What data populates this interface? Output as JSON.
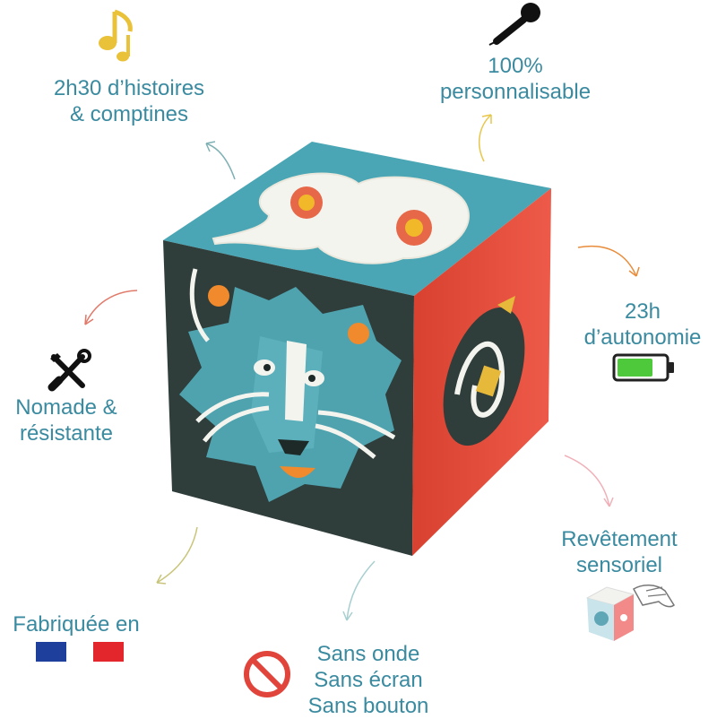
{
  "features": {
    "stories": {
      "line1": "2h30 d’histoires",
      "line2": "& comptines",
      "icon": "music-note-icon"
    },
    "custom": {
      "line1": "100%",
      "line2": "personnalisable",
      "icon": "microphone-icon"
    },
    "battery": {
      "line1": "23h",
      "line2": "d’autonomie",
      "icon": "battery-icon",
      "level": 0.75
    },
    "nomad": {
      "line1": "Nomade &",
      "line2": "résistante",
      "icon": "tools-icon"
    },
    "coating": {
      "line1": "Revêtement",
      "line2": "sensoriel",
      "icon": "hand-cube-icon"
    },
    "made": {
      "line1": "Fabriquée en",
      "icon": "flag-icon"
    },
    "nowave": {
      "line1": "Sans onde",
      "line2": "Sans écran",
      "line3": "Sans bouton",
      "icon": "forbidden-icon"
    }
  },
  "colors": {
    "text": "#3a8aa0",
    "cube_top": "#4aa6b4",
    "cube_front": "#2f3d3b",
    "cube_side": "#e0483a",
    "note": "#e9c23a",
    "battery": "#4dc93b",
    "forbidden": "#e0443a",
    "flag_blue": "#1f3f9c",
    "flag_red": "#e3262b"
  }
}
